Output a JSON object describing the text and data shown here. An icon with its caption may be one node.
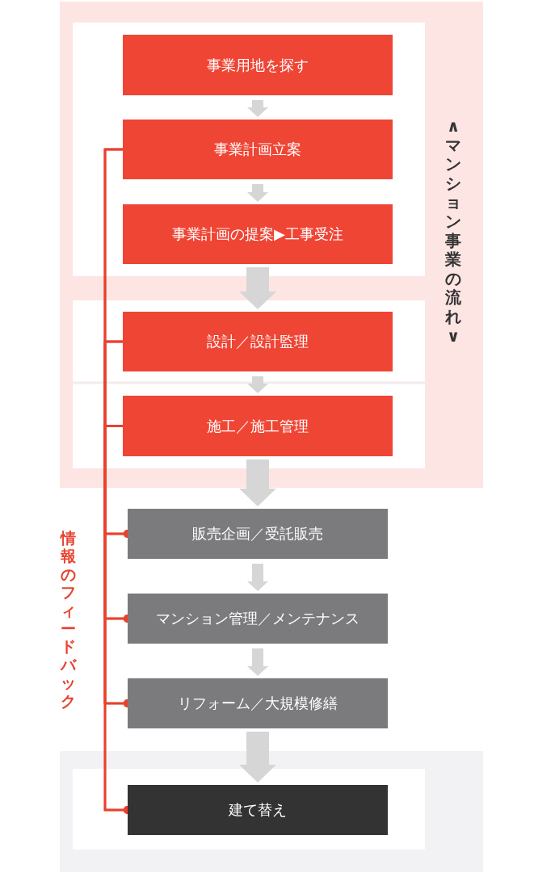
{
  "diagram": {
    "nodes": [
      {
        "text": [
          "事業用地を探す"
        ]
      },
      {
        "text": [
          "事業計画立案"
        ]
      },
      {
        "text": [
          "事業計画の提案▶工事受注"
        ]
      },
      {
        "text": [
          "設計／設計監理"
        ]
      },
      {
        "text": [
          "施工／施工管理"
        ]
      },
      {
        "text": [
          "販売企画／受託販売"
        ]
      },
      {
        "text": [
          "マンション管理／メンテナンス"
        ]
      },
      {
        "text": [
          "リフォーム／大規模修繕"
        ]
      },
      {
        "text": [
          "建て替え"
        ]
      }
    ],
    "edges": [
      {
        "from": 0,
        "to": 1,
        "arrow": "to",
        "style": "thick",
        "color": "#d6d6d6"
      },
      {
        "from": 1,
        "to": 2,
        "arrow": "to",
        "style": "thick",
        "color": "#d6d6d6"
      },
      {
        "from": 2,
        "to": 3,
        "arrow": "to",
        "style": "thick",
        "color": "#d6d6d6"
      },
      {
        "from": 3,
        "to": 4,
        "arrow": "to",
        "style": "thick",
        "color": "#d6d6d6"
      },
      {
        "from": 4,
        "to": 5,
        "arrow": "to",
        "style": "thick",
        "color": "#d6d6d6"
      },
      {
        "from": 5,
        "to": 6,
        "arrow": "to",
        "style": "thick",
        "color": "#d6d6d6"
      },
      {
        "from": 6,
        "to": 7,
        "arrow": "to",
        "style": "thick",
        "color": "#d6d6d6"
      },
      {
        "from": 7,
        "to": 8,
        "arrow": "to",
        "style": "thick",
        "color": "#d6d6d6"
      },
      {
        "from": 5,
        "to": 1,
        "arrow": "other"
      },
      {
        "from": 5,
        "to": 3,
        "arrow": "other"
      },
      {
        "from": 5,
        "to": 4,
        "arrow": "other"
      },
      {
        "from": 6,
        "to": 1,
        "arrow": "other"
      },
      {
        "from": 6,
        "to": 3,
        "arrow": "other"
      },
      {
        "from": 6,
        "to": 4,
        "arrow": "other"
      },
      {
        "from": 7,
        "to": 1,
        "arrow": "other"
      },
      {
        "from": 7,
        "to": 3,
        "arrow": "other"
      },
      {
        "from": 7,
        "to": 4,
        "arrow": "other"
      },
      {
        "from": 8,
        "to": 1,
        "arrow": "other"
      },
      {
        "from": 8,
        "to": 3,
        "arrow": "other"
      },
      {
        "from": 8,
        "to": 4,
        "arrow": "other"
      }
    ],
    "labels": [
      "∧マンション事業の流れ∨",
      "情報のフィードバック"
    ]
  }
}
